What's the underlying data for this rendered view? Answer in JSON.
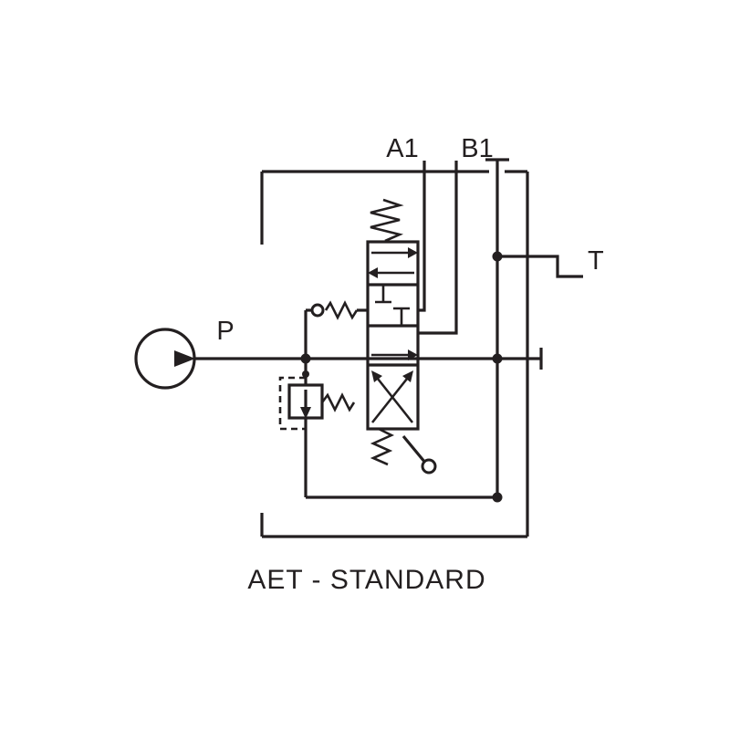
{
  "diagram": {
    "title": "AET - STANDARD",
    "labels": {
      "p": "P",
      "a1": "A1",
      "b1": "B1",
      "t": "T"
    },
    "colors": {
      "line": "#231f20",
      "background": "#ffffff"
    },
    "icons": {
      "pump": "hydraulic-pump-icon",
      "check_valve": "check-valve-icon",
      "relief_valve": "pressure-relief-valve-icon",
      "directional_valve": "directional-control-valve-icon",
      "spring_top": "return-spring-icon",
      "spring_bottom": "return-spring-icon",
      "lever": "manual-lever-icon",
      "tank": "tank-return-line-icon"
    }
  }
}
